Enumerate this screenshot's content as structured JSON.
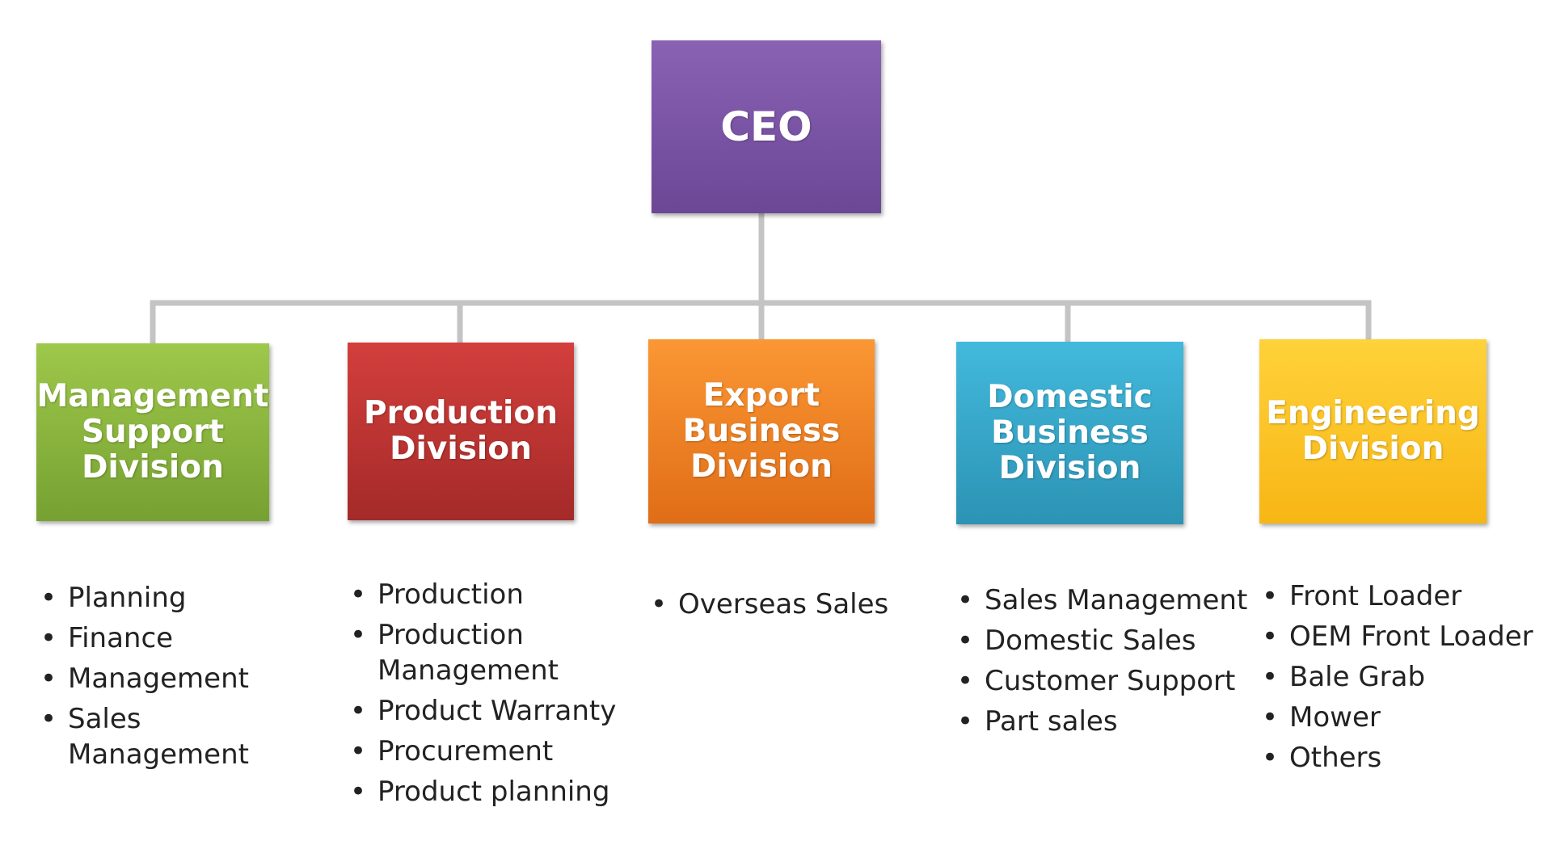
{
  "ceo": {
    "label": "CEO",
    "color": "#7a55a8"
  },
  "divisions": [
    {
      "label": "Management\nSupport\nDivision",
      "color": "#8cb83f",
      "items": [
        "Planning",
        "Finance",
        "Management",
        "Sales\nManagement"
      ]
    },
    {
      "label": "Production\nDivision",
      "color": "#c03533",
      "items": [
        "Production",
        "Production\nManagement",
        "Product Warranty",
        "Procurement",
        "Product planning"
      ]
    },
    {
      "label": "Export\nBusiness\nDivision",
      "color": "#f28426",
      "items": [
        "Overseas Sales"
      ]
    },
    {
      "label": "Domestic\nBusiness\nDivision",
      "color": "#35a7cc",
      "items": [
        "Sales Management",
        "Domestic Sales",
        "Customer Support",
        "Part sales"
      ]
    },
    {
      "label": "Engineering\nDivision",
      "color": "#fcc51f",
      "items": [
        "Front Loader",
        "OEM Front Loader",
        "Bale Grab",
        "Mower",
        "Others"
      ]
    }
  ],
  "connector_color": "#c4c4c4"
}
